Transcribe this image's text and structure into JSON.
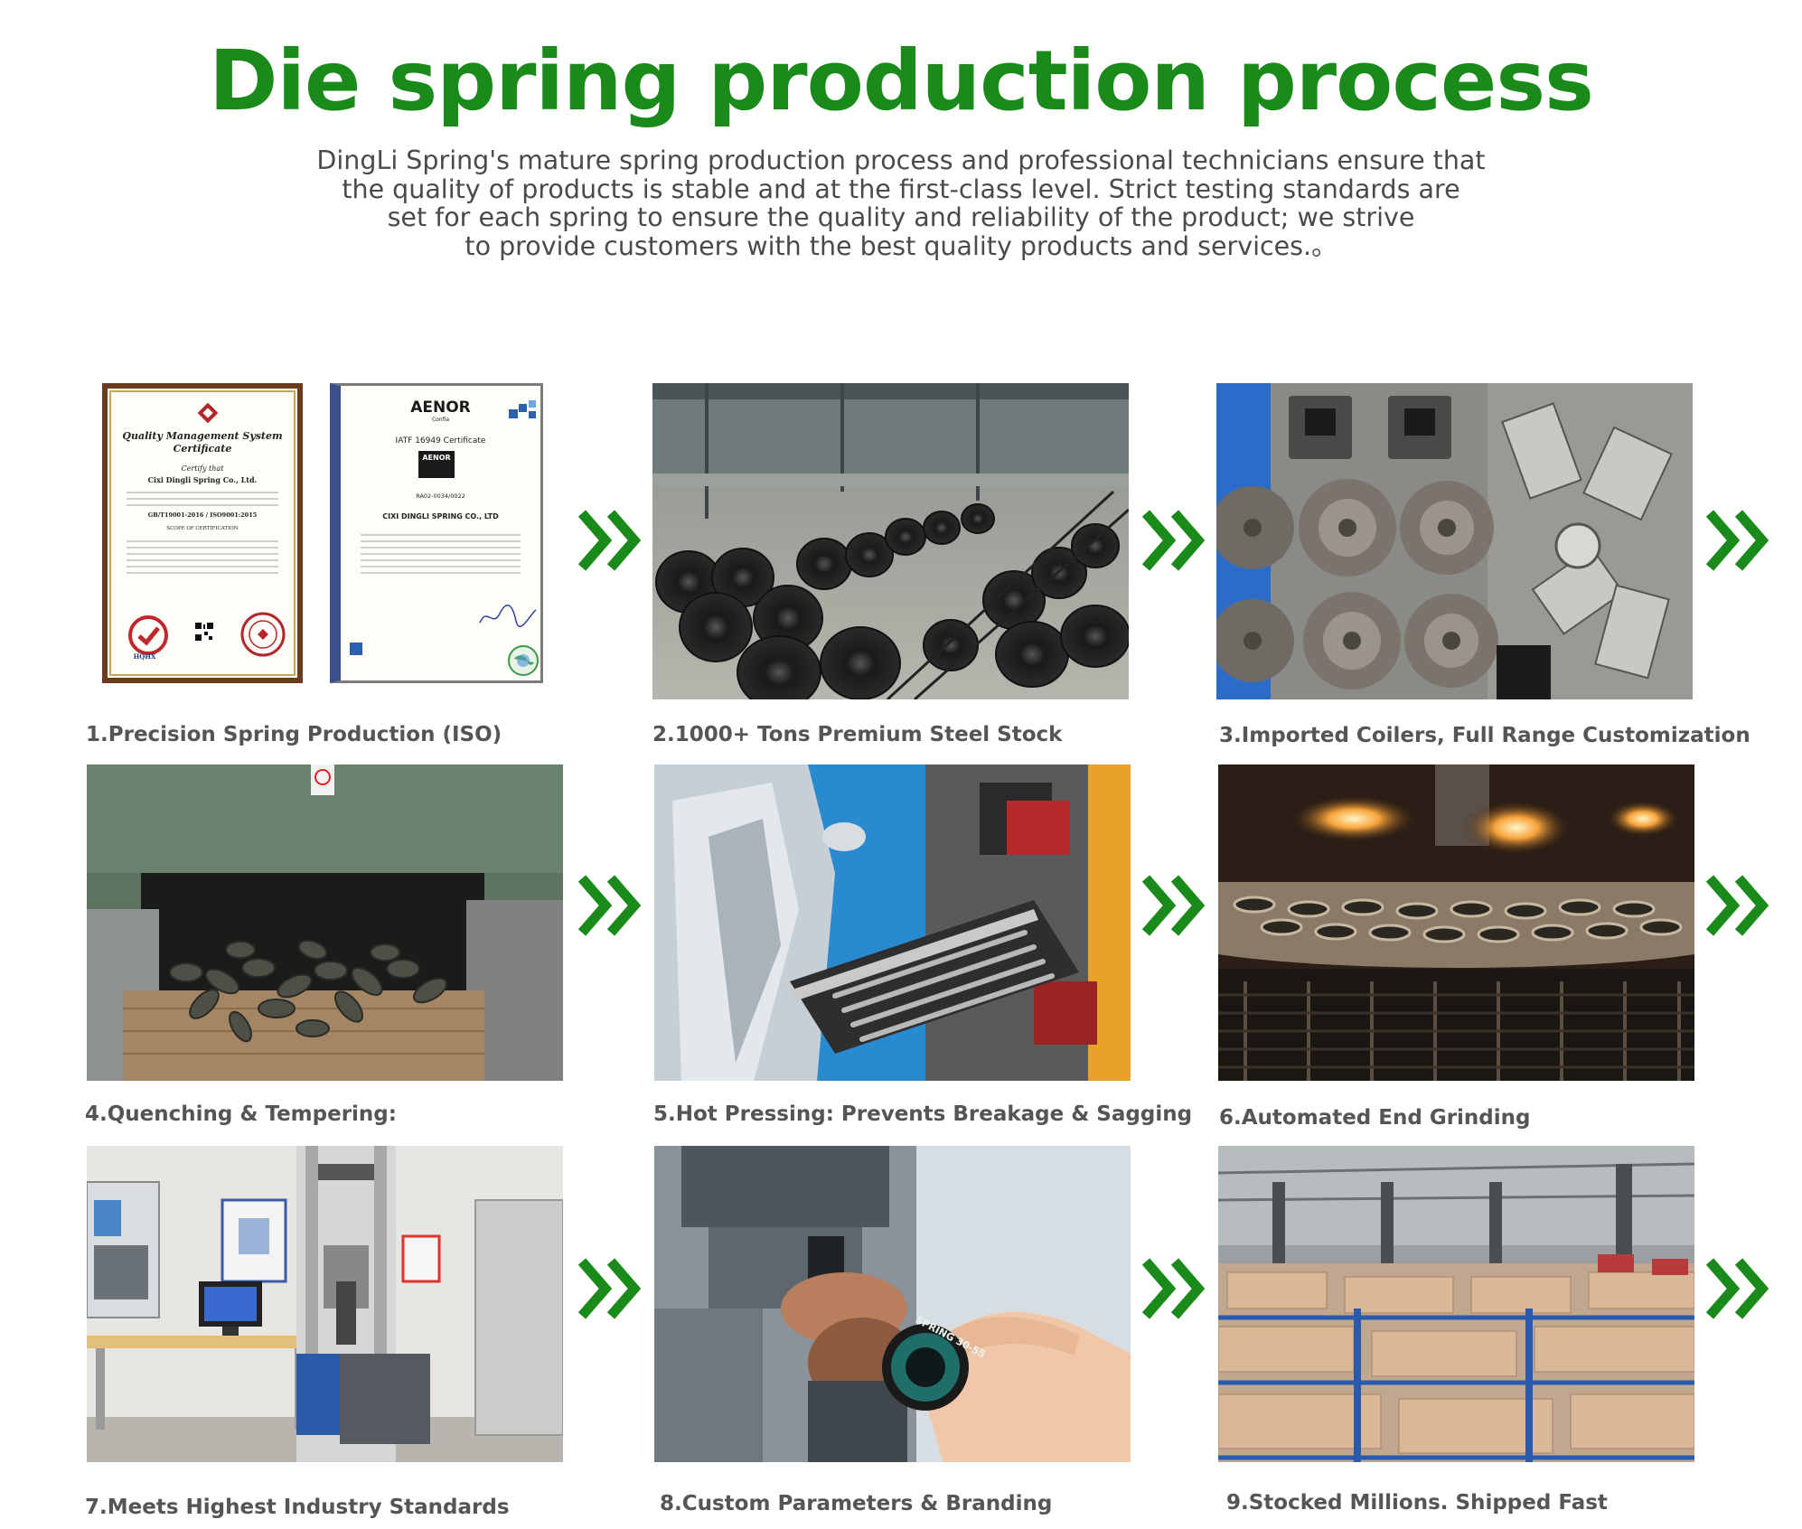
{
  "header": {
    "title": "Die spring production process",
    "intro_lines": [
      "DingLi Spring's mature spring production process and professional technicians ensure that",
      "the quality of products is stable and at the first-class level. Strict testing standards are",
      "set for each spring to ensure the quality and reliability of the product; we strive",
      "to provide customers with the best quality products and services.。"
    ]
  },
  "colors": {
    "accent_green": "#1a8a1a",
    "intro_text": "#4a4a4a",
    "caption_text": "#555555"
  },
  "certificates": {
    "qms": {
      "title_line1": "Quality Management System",
      "title_line2": "Certificate",
      "certify": "Certify that",
      "company": "Cixi Dingli Spring Co., Ltd.",
      "standard": "GB/T19001-2016 / ISO9001:2015",
      "scope": "SCOPE OF CERTIFICATION",
      "hqhx": "HQHX"
    },
    "iatf": {
      "brand": "AENOR",
      "brand_sub": "Confía",
      "title": "IATF 16949 Certificate",
      "badge": "AENOR",
      "number": "RA02-0034/0022",
      "company": "CIXI DINGLI SPRING CO., LTD"
    }
  },
  "steps": [
    {
      "caption": "1.Precision Spring Production (ISO)"
    },
    {
      "caption": "2.1000+ Tons Premium Steel Stock"
    },
    {
      "caption": "3.Imported Coilers, Full Range Customization"
    },
    {
      "caption": "4.Quenching & Tempering:"
    },
    {
      "caption": "5.Hot Pressing: Prevents Breakage & Sagging"
    },
    {
      "caption": "6.Automated End Grinding"
    },
    {
      "caption": "7.Meets Highest Industry Standards"
    },
    {
      "caption": "8.Custom Parameters & Branding"
    },
    {
      "caption": "9.Stocked Millions. Shipped Fast"
    }
  ],
  "photos": {
    "tester_label": "SPRING 30-55"
  },
  "icons": {
    "arrow": "double-chevron-right-icon"
  }
}
